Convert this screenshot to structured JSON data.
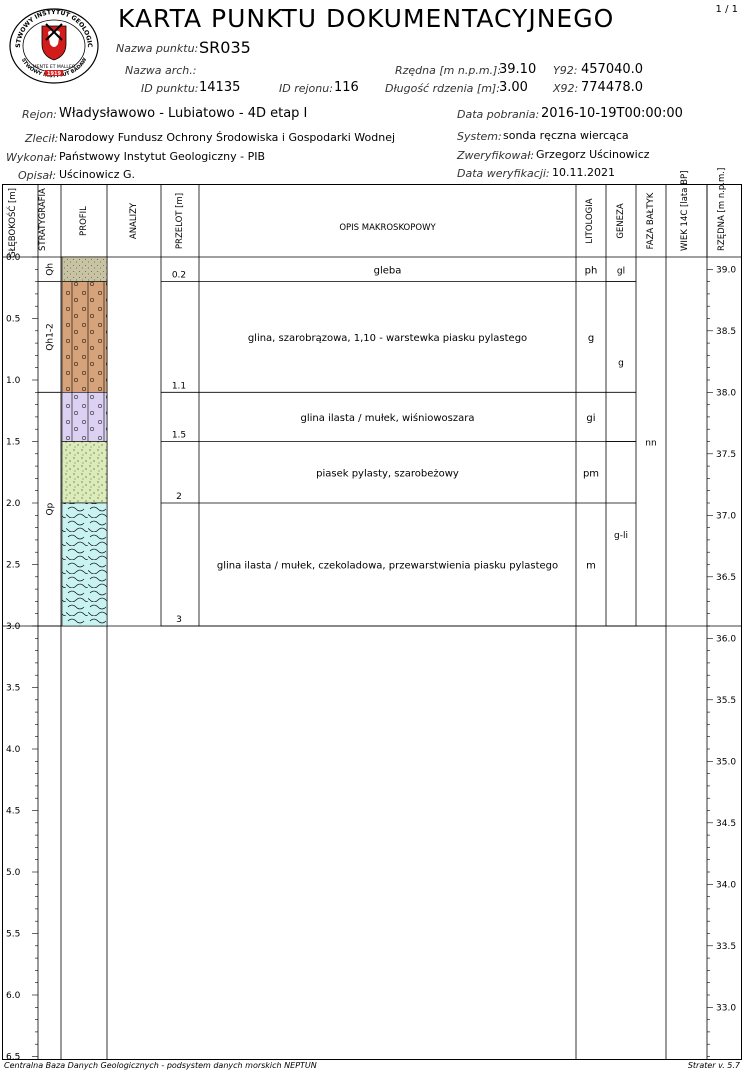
{
  "page_no": "1 / 1",
  "logo": {
    "ring_top": "PAŃSTWOWY INSTYTUT GEOLOGICZNY",
    "ring_bottom": "PAŃSTWOWY INSTYTUT BADAWCZY",
    "motto": "MENTE ET MALLEO",
    "year": "1919"
  },
  "title": "KARTA PUNKTU DOKUMENTACYJNEGO",
  "header": {
    "nazwa_punktu_label": "Nazwa punktu:",
    "nazwa_punktu": "SR035",
    "nazwa_arch_label": "Nazwa arch.:",
    "nazwa_arch": "",
    "id_punktu_label": "ID punktu:",
    "id_punktu": "14135",
    "id_rejonu_label": "ID rejonu:",
    "id_rejonu": "116",
    "rzedna_label": "Rzędna [m n.p.m.]:",
    "rzedna": "39.10",
    "dlugosc_label": "Długość rdzenia [m]:",
    "dlugosc": "3.00",
    "y92_label": "Y92:",
    "y92": "457040.0",
    "x92_label": "X92:",
    "x92": "774478.0",
    "rejon_label": "Rejon:",
    "rejon": "Władysławowo - Lubiatowo - 4D etap I",
    "data_pobrania_label": "Data pobrania:",
    "data_pobrania": "2016-10-19T00:00:00",
    "zlecil_label": "Zlecił:",
    "zlecil": "Narodowy Fundusz Ochrony Środowiska i Gospodarki Wodnej",
    "system_label": "System:",
    "system": "sonda ręczna wiercąca",
    "wykonal_label": "Wykonał:",
    "wykonal": "Państwowy Instytut Geologiczny - PIB",
    "zweryfikowal_label": "Zweryfikował:",
    "zweryfikowal": "Grzegorz Uścinowicz",
    "opisal_label": "Opisał:",
    "opisal": "Uścinowicz G.",
    "data_weryfikacji_label": "Data weryfikacji:",
    "data_weryfikacji": "10.11.2021"
  },
  "columns": {
    "glebokosc": "GŁĘBOKOŚĆ [m]",
    "stratygrafia": "STRATYGRAFIA",
    "profil": "PROFIL",
    "analizy": "ANALIZY",
    "przelot": "PRZELOT [m]",
    "opis": "OPIS MAKROSKOPOWY",
    "litologia": "LITOLOGIA",
    "geneza": "GENEZA",
    "faza": "FAZA BAŁTYK",
    "wiek": "WIEK 14C [lata BP]",
    "rzedna": "RZĘDNA [m n.p.m.]"
  },
  "layers": [
    {
      "top": 0.0,
      "bottom": 0.2,
      "przelot": "0.2",
      "opis": "gleba",
      "litologia": "ph",
      "profil": "soil"
    },
    {
      "top": 0.2,
      "bottom": 1.1,
      "przelot": "1.1",
      "opis": "glina, szarobrązowa, 1,10 - warstewka piasku pylastego",
      "litologia": "g",
      "profil": "till"
    },
    {
      "top": 1.1,
      "bottom": 1.5,
      "przelot": "1.5",
      "opis": "glina ilasta / mułek, wiśniowoszara",
      "litologia": "gi",
      "profil": "claytill"
    },
    {
      "top": 1.5,
      "bottom": 2.0,
      "przelot": "2",
      "opis": "piasek pylasty, szarobeżowy",
      "litologia": "pm",
      "profil": "sand"
    },
    {
      "top": 2.0,
      "bottom": 3.0,
      "przelot": "3",
      "opis": "glina ilasta / mułek, czekoladowa, przewarstwienia piasku pylastego",
      "litologia": "m",
      "profil": "silt"
    }
  ],
  "stratygrafia": [
    {
      "top": 0.0,
      "bottom": 0.2,
      "label": "Qh"
    },
    {
      "top": 0.2,
      "bottom": 1.1,
      "label": "Qh1-2"
    },
    {
      "top": 1.1,
      "bottom": 3.0,
      "label": "Qp"
    }
  ],
  "geneza": [
    {
      "top": 0.0,
      "bottom": 0.2,
      "label": "gl"
    },
    {
      "top": 0.2,
      "bottom": 1.5,
      "label": "g"
    },
    {
      "top": 1.5,
      "bottom": 3.0,
      "label": "g-li"
    }
  ],
  "faza": [
    {
      "top": 0.0,
      "bottom": 3.0,
      "label": "nn"
    }
  ],
  "depth_ticks": [
    "0.0",
    "0.5",
    "1.0",
    "1.5",
    "2.0",
    "2.5",
    "3.0",
    "3.5",
    "4.0",
    "4.5",
    "5.0",
    "5.5",
    "6.0",
    "6.5"
  ],
  "elev_ticks": [
    "39.0",
    "38.5",
    "38.0",
    "37.5",
    "37.0",
    "36.5",
    "36.0",
    "35.5",
    "35.0",
    "34.5",
    "34.0",
    "33.5",
    "33.0"
  ],
  "footer_left": "Centralna Baza Danych Geologicznych - podsystem danych morskich NEPTUN",
  "footer_right": "Strater v. 5.7",
  "colors": {
    "soil": "#c8c3a2",
    "till": "#d6a27a",
    "claytill": "#dcd1f2",
    "sand": "#dcecb8",
    "silt": "#c9f2f2"
  }
}
